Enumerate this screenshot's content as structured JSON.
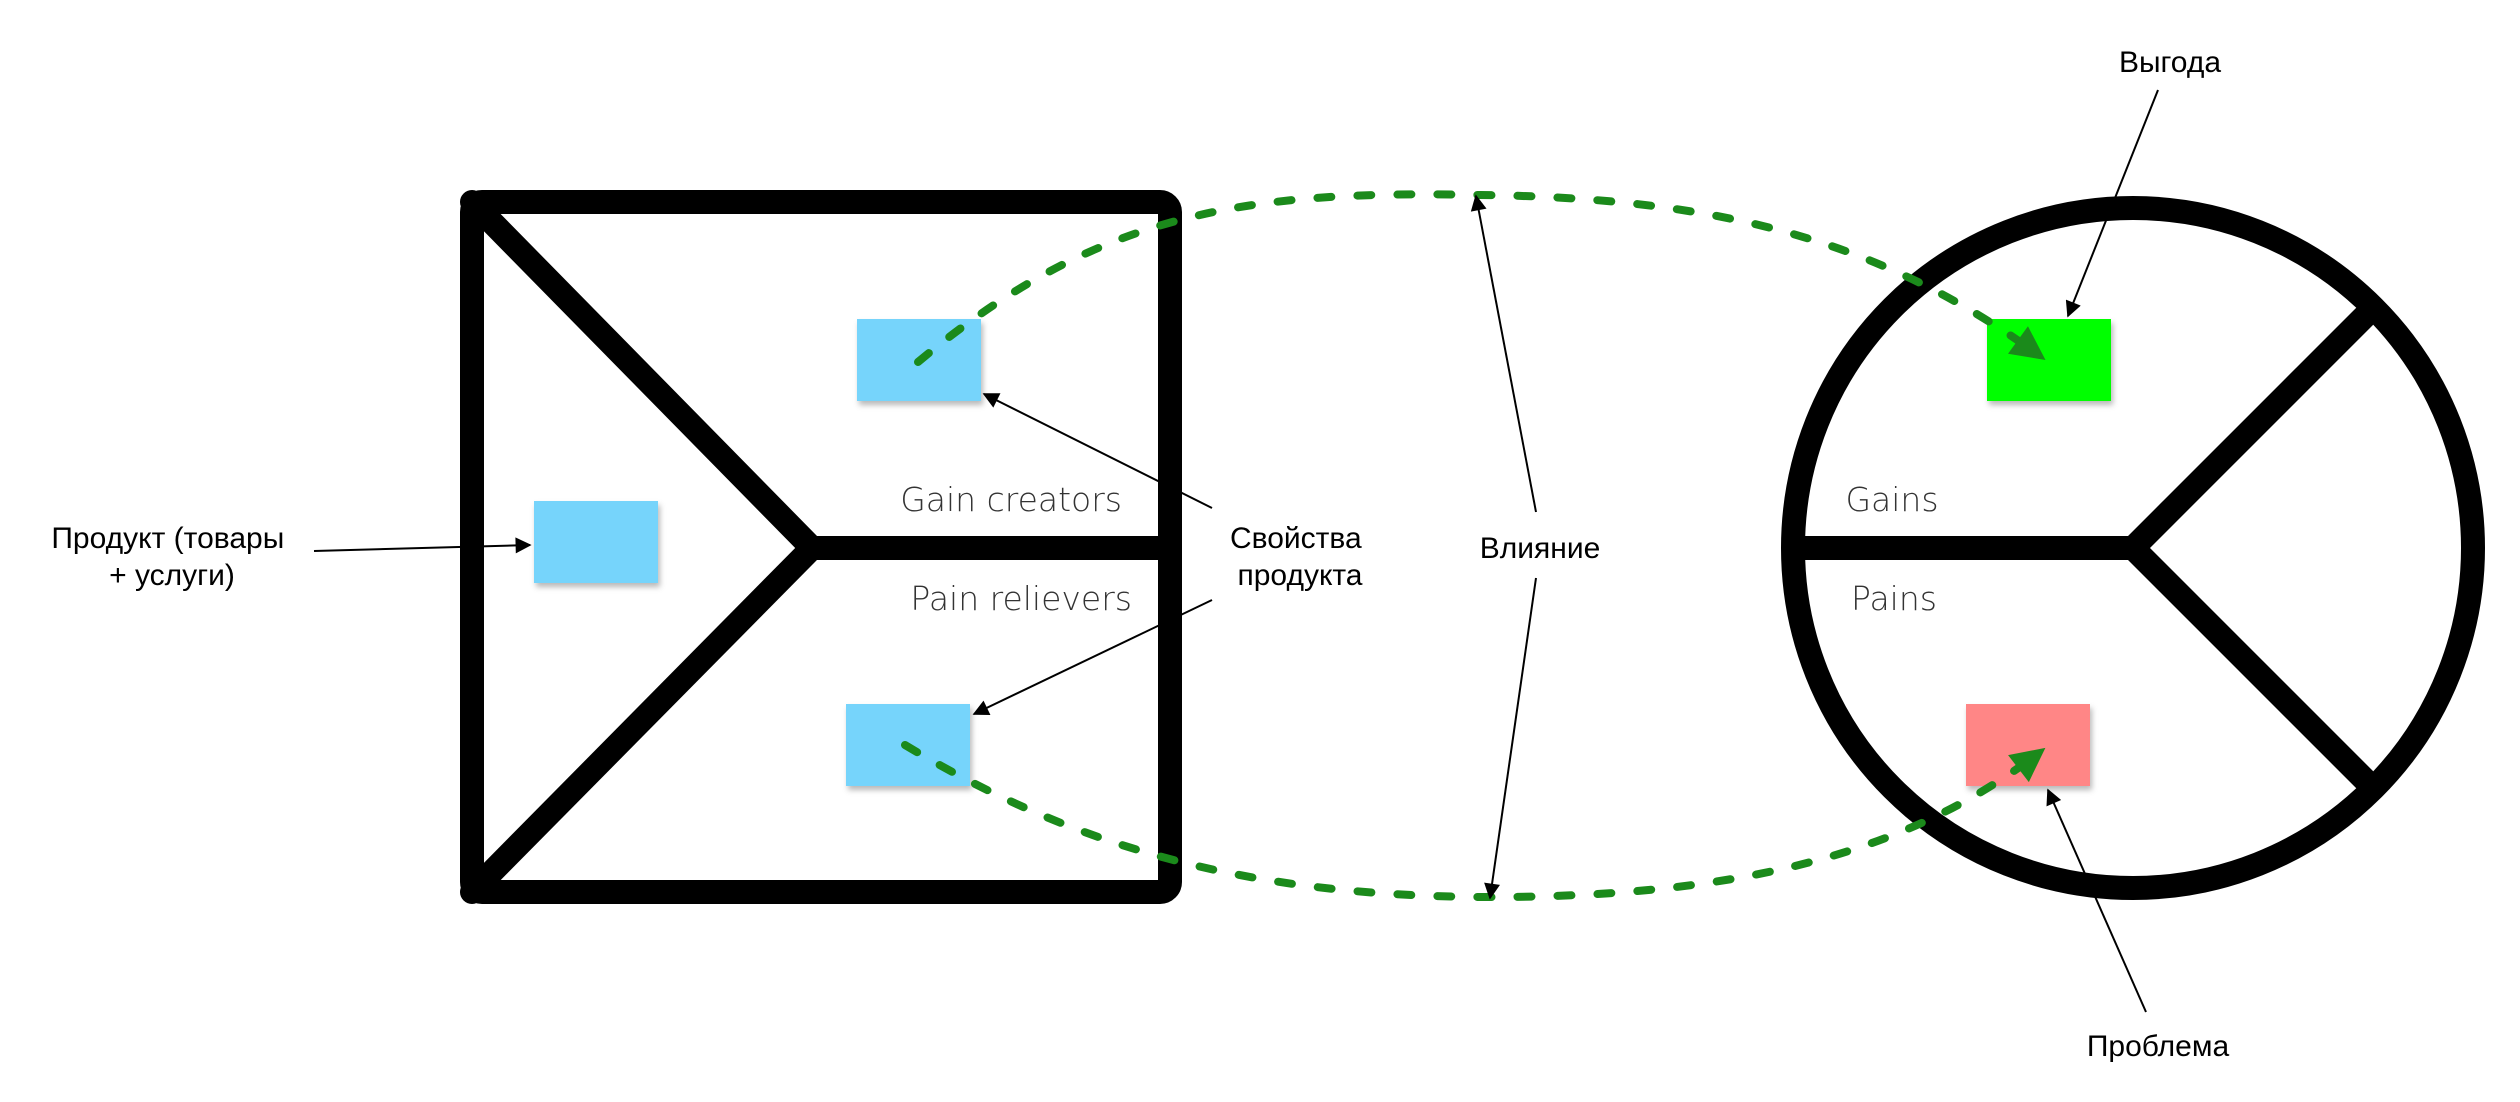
{
  "labels": {
    "product": [
      "Продукт (товары",
      "+ услуги)"
    ],
    "gain_creators": "Gain creators",
    "pain_relievers": "Pain relievers",
    "product_properties": [
      "Свойства",
      "продукта"
    ],
    "influence": "Влияние",
    "gains": "Gains",
    "pains": "Pains",
    "benefit": "Выгода",
    "problem": "Проблема"
  },
  "colors": {
    "outline": "#000000",
    "product_sticky": "#76d4fb",
    "gain_sticky": "#00ff00",
    "pain_sticky": "#ff8686",
    "fit_line": "#1b8a1b"
  }
}
